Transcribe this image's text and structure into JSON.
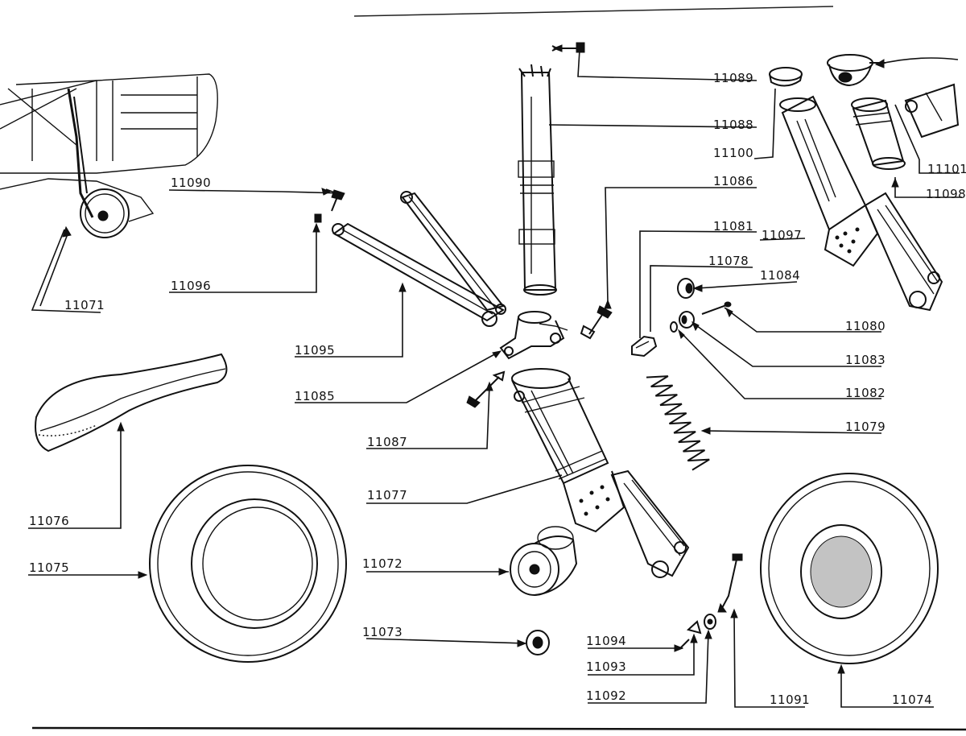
{
  "diagram": {
    "labels": {
      "l11071": "11071",
      "l11072": "11072",
      "l11073": "11073",
      "l11074": "11074",
      "l11075": "11075",
      "l11076": "11076",
      "l11077": "11077",
      "l11078": "11078",
      "l11079": "11079",
      "l11080": "11080",
      "l11081": "11081",
      "l11082": "11082",
      "l11083": "11083",
      "l11084": "11084",
      "l11085": "11085",
      "l11086": "11086",
      "l11087": "11087",
      "l11088": "11088",
      "l11089": "11089",
      "l11090": "11090",
      "l11091": "11091",
      "l11092": "11092",
      "l11093": "11093",
      "l11094": "11094",
      "l11095": "11095",
      "l11096": "11096",
      "l11097": "11097",
      "l11098": "11098",
      "l11100": "11100",
      "l11101": "11101"
    }
  }
}
